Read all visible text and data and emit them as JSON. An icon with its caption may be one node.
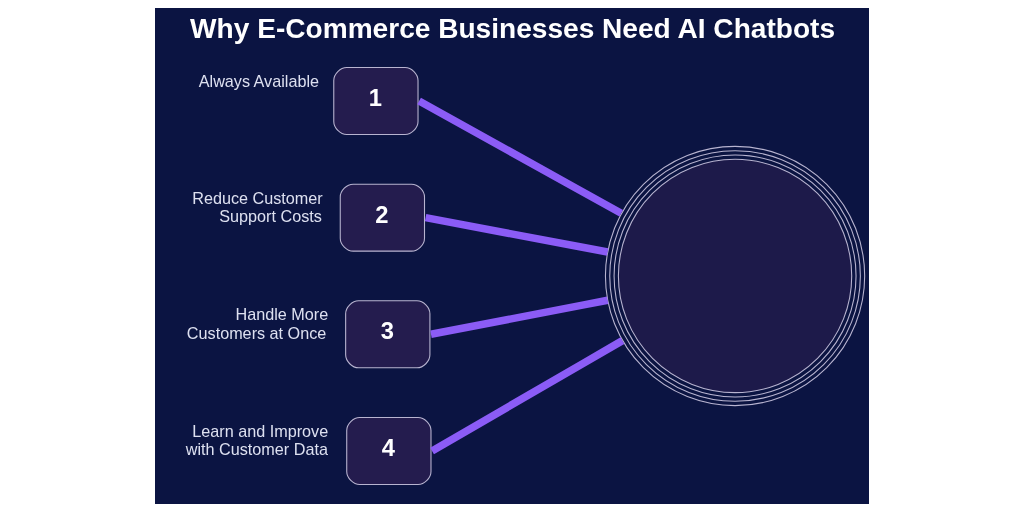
{
  "diagram": {
    "title": "Why E-Commerce Businesses Need AI Chatbots",
    "nodes": [
      {
        "text": [
          "1"
        ],
        "beside": [
          "Always Available"
        ]
      },
      {
        "text": [
          "2"
        ],
        "beside": [
          "Reduce Customer Support Costs"
        ]
      },
      {
        "text": [
          "3"
        ],
        "beside": [
          "Handle More Customers at Once"
        ]
      },
      {
        "text": [
          "4"
        ],
        "beside": [
          "Learn and Improve with Customer Data"
        ]
      },
      {
        "text": [],
        "shape": "circle"
      }
    ],
    "edges": [
      {
        "from": 0,
        "to": 4,
        "arrow": "none"
      },
      {
        "from": 1,
        "to": 4,
        "arrow": "none"
      },
      {
        "from": 2,
        "to": 4,
        "arrow": "none"
      },
      {
        "from": 3,
        "to": 4,
        "arrow": "none"
      }
    ]
  }
}
